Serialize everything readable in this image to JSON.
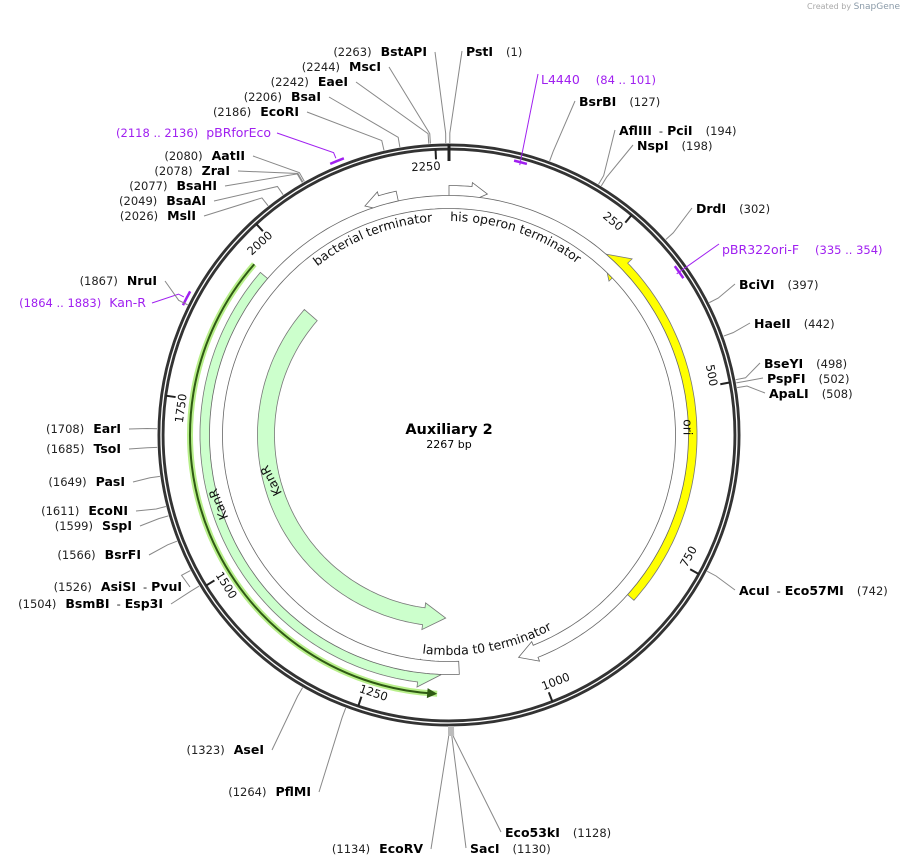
{
  "branding": {
    "created_by": "Created by",
    "brand": "SnapGene"
  },
  "map": {
    "name": "Auxiliary 2",
    "length_label": "2267 bp",
    "length": 2267
  },
  "colors": {
    "backbone": "#333333",
    "ori": "#ffff00",
    "kanr": "#ccffcc",
    "kanr_orf": "#2f5a14",
    "primer": "#a020f0",
    "leader": "#888888"
  },
  "ticks": [
    "250",
    "500",
    "750",
    "1000",
    "1250",
    "1500",
    "1750",
    "2000",
    "2250"
  ],
  "features": [
    {
      "name": "ori",
      "start": 830,
      "end": 254,
      "direction": "reverse",
      "color": "#ffff00",
      "show_label": true
    },
    {
      "name": "KanR",
      "start": 1957,
      "end": 1146,
      "direction": "reverse",
      "color": "#ccffcc",
      "show_label": true
    },
    {
      "name": "KanR",
      "start": 1958,
      "end": 1140,
      "direction": "reverse",
      "color": "#ccffcc",
      "show_label": true
    },
    {
      "name": "his operon terminator",
      "start": 0,
      "end": 57,
      "direction": "forward",
      "color": "#ffffff"
    },
    {
      "name": "bacterial terminator",
      "start": 2190,
      "end": 2140,
      "direction": "reverse",
      "color": "#ffffff"
    },
    {
      "name": "lambda t0 terminator",
      "start": 1118,
      "end": 1024,
      "direction": "forward",
      "color": "#ffffff"
    }
  ],
  "primers": [
    {
      "name": "L4440",
      "range": "(84 .. 101)",
      "start": 84,
      "end": 101
    },
    {
      "name": "pBR322ori-F",
      "range": "(335 .. 354)",
      "start": 335,
      "end": 354
    },
    {
      "name": "pBRforEco",
      "range": "(2118 .. 2136)",
      "start": 2118,
      "end": 2136
    },
    {
      "name": "Kan-R",
      "range": "(1864 .. 1883)",
      "start": 1864,
      "end": 1883
    }
  ],
  "enzymes": [
    {
      "name": "BstAPI",
      "pos": "(2263)",
      "bp": 2263
    },
    {
      "name": "MscI",
      "pos": "(2244)",
      "bp": 2244
    },
    {
      "name": "EaeI",
      "pos": "(2242)",
      "bp": 2242
    },
    {
      "name": "BsaI",
      "pos": "(2206)",
      "bp": 2206
    },
    {
      "name": "EcoRI",
      "pos": "(2186)",
      "bp": 2186
    },
    {
      "name": "AatII",
      "pos": "(2080)",
      "bp": 2080
    },
    {
      "name": "ZraI",
      "pos": "(2078)",
      "bp": 2078
    },
    {
      "name": "BsaHI",
      "pos": "(2077)",
      "bp": 2077
    },
    {
      "name": "BsaAI",
      "pos": "(2049)",
      "bp": 2049
    },
    {
      "name": "MslI",
      "pos": "(2026)",
      "bp": 2026
    },
    {
      "name": "NruI",
      "pos": "(1867)",
      "bp": 1867
    },
    {
      "name": "EarI",
      "pos": "(1708)",
      "bp": 1708
    },
    {
      "name": "TsoI",
      "pos": "(1685)",
      "bp": 1685
    },
    {
      "name": "PasI",
      "pos": "(1649)",
      "bp": 1649
    },
    {
      "name": "EcoNI",
      "pos": "(1611)",
      "bp": 1611
    },
    {
      "name": "SspI",
      "pos": "(1599)",
      "bp": 1599
    },
    {
      "name": "BsrFI",
      "pos": "(1566)",
      "bp": 1566
    },
    {
      "name": "AsiSI",
      "name2": "PvuI",
      "pos": "(1526)",
      "bp": 1526
    },
    {
      "name": "BsmBI",
      "name2": "Esp3I",
      "pos": "(1504)",
      "bp": 1504
    },
    {
      "name": "AseI",
      "pos": "(1323)",
      "bp": 1323
    },
    {
      "name": "PflMI",
      "pos": "(1264)",
      "bp": 1264
    },
    {
      "name": "EcoRV",
      "pos": "(1134)",
      "bp": 1134
    },
    {
      "name": "SacI",
      "pos": "(1130)",
      "bp": 1130
    },
    {
      "name": "Eco53kI",
      "pos": "(1128)",
      "bp": 1128
    },
    {
      "name": "PstI",
      "pos": "(1)",
      "bp": 1
    },
    {
      "name": "BsrBI",
      "pos": "(127)",
      "bp": 127
    },
    {
      "name": "AflIII",
      "name2": "PciI",
      "pos": "(194)",
      "bp": 194
    },
    {
      "name": "NspI",
      "pos": "(198)",
      "bp": 198
    },
    {
      "name": "DrdI",
      "pos": "(302)",
      "bp": 302
    },
    {
      "name": "BciVI",
      "pos": "(397)",
      "bp": 397
    },
    {
      "name": "HaeII",
      "pos": "(442)",
      "bp": 442
    },
    {
      "name": "BseYI",
      "pos": "(498)",
      "bp": 498
    },
    {
      "name": "PspFI",
      "pos": "(502)",
      "bp": 502
    },
    {
      "name": "ApaLI",
      "pos": "(508)",
      "bp": 508
    },
    {
      "name": "AcuI",
      "name2": "Eco57MI",
      "pos": "(742)",
      "bp": 742
    }
  ]
}
